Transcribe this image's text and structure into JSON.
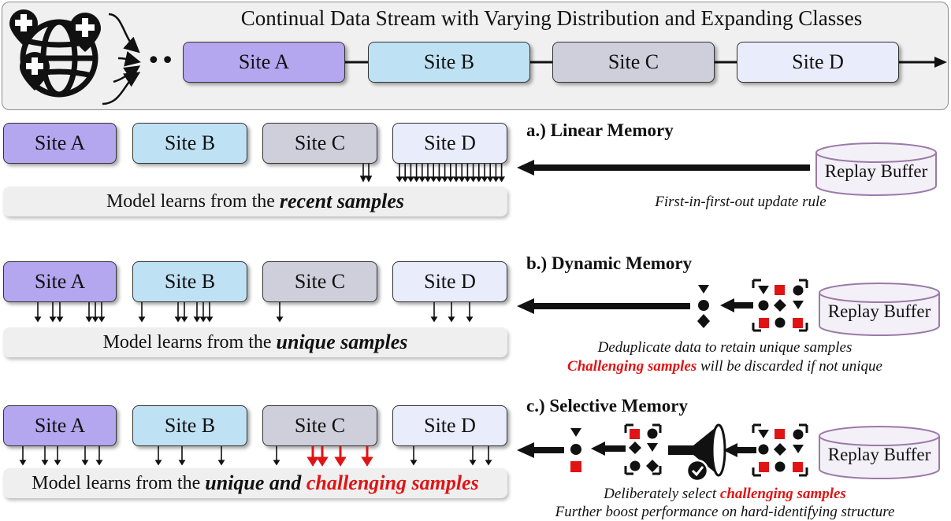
{
  "banner": {
    "title": "Continual Data Stream with Varying Distribution and Expanding Classes",
    "ellipsis": "••",
    "sites": [
      "Site A",
      "Site B",
      "Site C",
      "Site D"
    ]
  },
  "rows": [
    {
      "heading": "a.) Linear Memory",
      "sites": [
        "Site A",
        "Site B",
        "Site C",
        "Site D"
      ],
      "learn_prefix": "Model learns from the ",
      "learn_em": "recent samples",
      "learn_em_red": "",
      "buffer_label": "Replay Buffer",
      "caption_1": "First-in-first-out update rule",
      "caption_2_red": "",
      "caption_2": ""
    },
    {
      "heading": "b.) Dynamic Memory",
      "sites": [
        "Site A",
        "Site B",
        "Site C",
        "Site D"
      ],
      "learn_prefix": "Model learns from the ",
      "learn_em": "unique samples",
      "learn_em_red": "",
      "buffer_label": "Replay Buffer",
      "caption_1": "Deduplicate data to retain unique samples",
      "caption_2_red": "Challenging samples",
      "caption_2": " will be discarded if not unique"
    },
    {
      "heading": "c.) Selective Memory",
      "sites": [
        "Site A",
        "Site B",
        "Site C",
        "Site D"
      ],
      "learn_prefix": "Model learns from the ",
      "learn_em": "unique and ",
      "learn_em_red": "challenging samples",
      "buffer_label": "Replay Buffer",
      "caption_1_prefix": "Deliberately select ",
      "caption_1_red": "challenging samples",
      "caption_2": "Further boost performance on hard-identifying structure"
    }
  ],
  "colors": {
    "site_a": "#b4a6ef",
    "site_b": "#bfe1f4",
    "site_c": "#cfcfdc",
    "site_d": "#e8ecfb",
    "challenging": "#e01414",
    "buffer_fill": "#f3f0f7",
    "buffer_stroke": "#9b7aa8"
  },
  "icons": [
    "globe-medical-pins-icon",
    "arrow-icon",
    "replay-buffer-cylinder-icon",
    "shape-samples-icon",
    "funnel-selector-icon",
    "check-icon"
  ]
}
